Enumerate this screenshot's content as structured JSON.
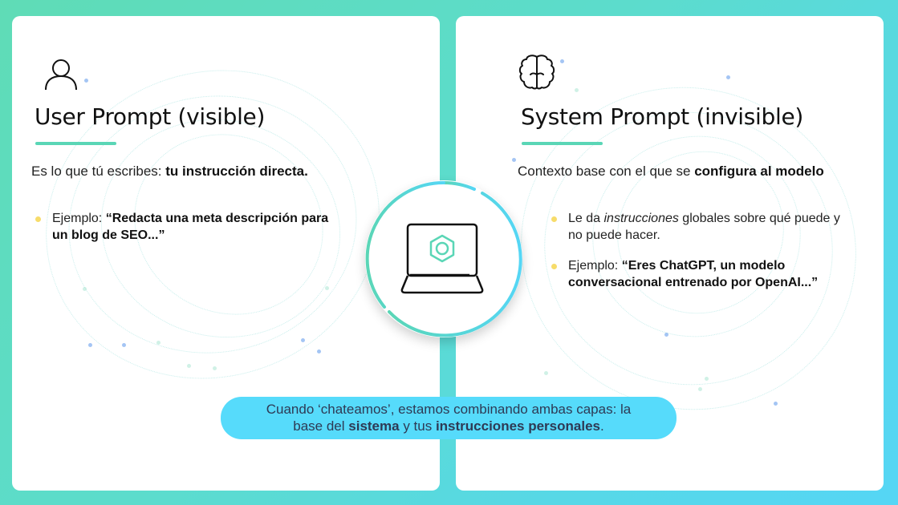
{
  "left_panel": {
    "icon": "user-icon",
    "title": "User Prompt (visible)",
    "lead_prefix": "Es lo que tú escribes: ",
    "lead_bold": "tu instrucción directa.",
    "bullets": [
      {
        "prefix": "Ejemplo: ",
        "bold": "“Redacta una meta descripción para un blog de SEO...”"
      }
    ]
  },
  "right_panel": {
    "icon": "brain-icon",
    "title": "System Prompt (invisible)",
    "lead_prefix": "Contexto base con el que se ",
    "lead_bold": "configura al modelo",
    "bullets": [
      {
        "prefix": "Le da ",
        "italic": "instrucciones",
        "suffix": " globales sobre qué puede y no puede hacer."
      },
      {
        "prefix": "Ejemplo: ",
        "bold": "“Eres ChatGPT, un modelo conversacional entrenado por OpenAI...”"
      }
    ]
  },
  "center": {
    "icon": "laptop-gear-icon"
  },
  "footer_pill": {
    "line1": "Cuando ‘chateamos’, estamos combinando ambas capas: la",
    "line2_prefix": "base del ",
    "line2_bold1": "sistema",
    "line2_mid": " y tus ",
    "line2_bold2": "instrucciones personales",
    "line2_suffix": "."
  },
  "colors": {
    "frame_start": "#5fdcb6",
    "frame_end": "#55d6f5",
    "accent_underline": "#5ad6b6",
    "bullet": "#f7dc6a",
    "pill_bg": "#56dbfb",
    "pill_text": "#2e3a55",
    "icon_accent": "#5ad6b6"
  }
}
